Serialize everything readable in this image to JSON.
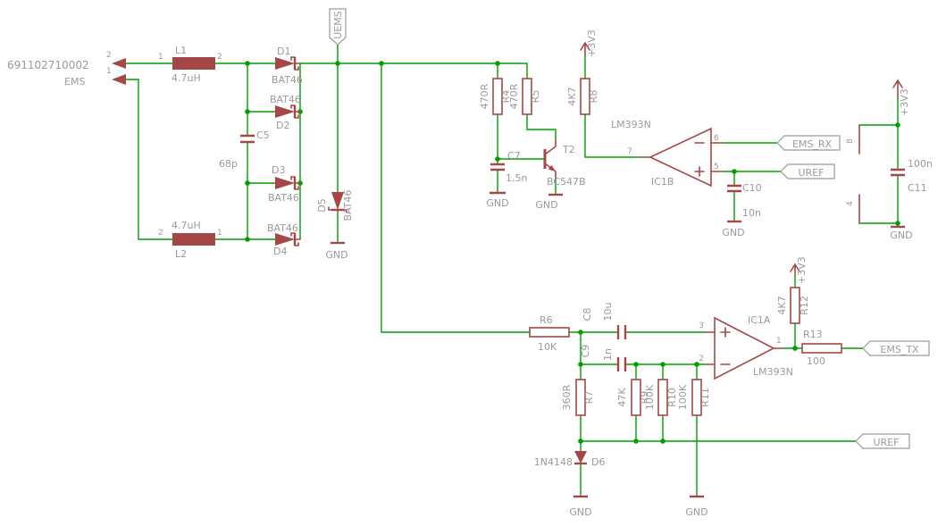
{
  "meta": {
    "part_number": "691102710002",
    "net": "EMS"
  },
  "colors": {
    "wire": "#00A000",
    "component": "#A54747",
    "text": "#9A9A9A",
    "background": "#FFFFFF"
  },
  "net_flags": {
    "uems": "UEMS",
    "ems_rx": "EMS_RX",
    "uref": "UREF",
    "ems_tx": "EMS_TX"
  },
  "power": {
    "vcc": "+3V3",
    "gnd": "GND"
  },
  "components": {
    "connector": {
      "pin_top": "2",
      "pin_bottom": "1"
    },
    "l1": {
      "name": "L1",
      "value": "4.7uH",
      "pin_left": "1",
      "pin_right": "2"
    },
    "l2": {
      "name": "L2",
      "value": "4.7uH",
      "pin_left": "2",
      "pin_right": "1"
    },
    "d1": {
      "name": "D1",
      "value": "BAT46"
    },
    "d2": {
      "name": "D2",
      "value": "BAT46"
    },
    "d3": {
      "name": "D3",
      "value": "BAT46"
    },
    "d4": {
      "name": "D4",
      "value": "BAT46"
    },
    "d5": {
      "name": "D5",
      "value": "BAT46"
    },
    "d6": {
      "name": "D6",
      "value": "1N4148"
    },
    "c5": {
      "name": "C5",
      "value": "68p"
    },
    "c7": {
      "name": "C7",
      "value": "1.5n"
    },
    "c8": {
      "name": "C8",
      "value": "10u"
    },
    "c9": {
      "name": "C9",
      "value": "1n"
    },
    "c10": {
      "name": "C10",
      "value": "10n"
    },
    "c11": {
      "name": "C11",
      "value": "100n"
    },
    "r4": {
      "name": "R4",
      "value": "470R"
    },
    "r5": {
      "name": "R5",
      "value": "470R"
    },
    "r6": {
      "name": "R6",
      "value": "10K"
    },
    "r7": {
      "name": "R7",
      "value": "360R"
    },
    "r8": {
      "name": "R8",
      "value": "4K7"
    },
    "r9": {
      "name": "R9",
      "value": "47K"
    },
    "r10": {
      "name": "R10",
      "value": "100K"
    },
    "r11": {
      "name": "R11",
      "value": "100K"
    },
    "r12": {
      "name": "R12",
      "value": "4K7"
    },
    "r13": {
      "name": "R13",
      "value": "100"
    },
    "t2": {
      "name": "T2",
      "value": "BC547B"
    },
    "ic1b": {
      "name": "IC1B",
      "value": "LM393N",
      "pin_out": "7",
      "pin_inv": "6",
      "pin_noninv": "5"
    },
    "ic1a": {
      "name": "IC1A",
      "value": "LM393N",
      "pin_out": "1",
      "pin_inv": "2",
      "pin_noninv": "3"
    },
    "ic1_power": {
      "pin_vcc": "8",
      "pin_gnd": "4"
    }
  }
}
